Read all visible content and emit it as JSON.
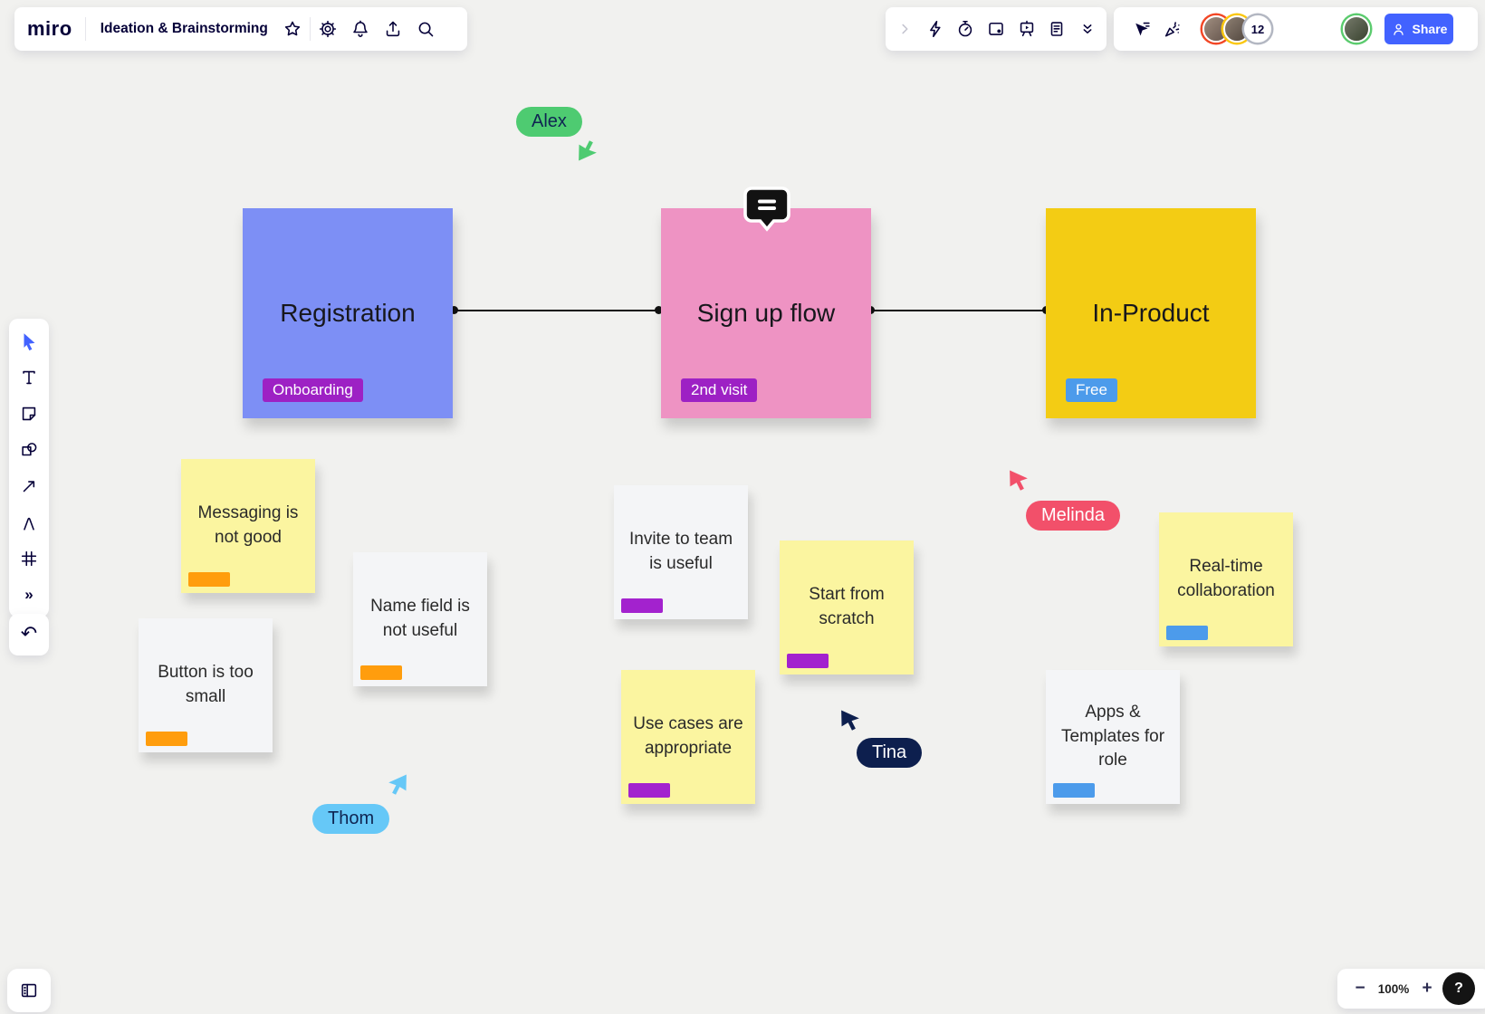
{
  "app": {
    "logo_text": "miro"
  },
  "header": {
    "board_title": "Ideation & Brainstorming",
    "icons": [
      "favorite-star",
      "settings-gear",
      "notifications-bell",
      "export-upload",
      "search"
    ]
  },
  "top_toolbar": {
    "icons": [
      "collapse-chevron",
      "reactions-bolt",
      "timer",
      "screen-frame",
      "presentation",
      "notes",
      "more-chevrons"
    ]
  },
  "collab_toolbar": {
    "icons": [
      "follow-cursor",
      "celebration"
    ],
    "overflow_count": "12",
    "share_label": "Share"
  },
  "left_toolbar": {
    "tools": [
      "select",
      "text",
      "sticky-note",
      "shapes",
      "connection-line",
      "pen",
      "frame",
      "more"
    ],
    "undo": "undo"
  },
  "cards": [
    {
      "title": "Registration",
      "tag": "Onboarding",
      "bg": "#7D8FF5",
      "tag_bg": "#9D21C4"
    },
    {
      "title": "Sign up flow",
      "tag": "2nd visit",
      "bg": "#EE93C3",
      "tag_bg": "#9D21C4"
    },
    {
      "title": "In-Product",
      "tag": "Free",
      "bg": "#F3CC14",
      "tag_bg": "#4C9BEB"
    }
  ],
  "stickies": [
    {
      "text": "Messaging is not good",
      "bg": "#FBF5A0",
      "tag_color": "#FF9D0D"
    },
    {
      "text": "Name field is not useful",
      "bg": "#F4F5F7",
      "tag_color": "#FF9D0D"
    },
    {
      "text": "Button is too small",
      "bg": "#F4F5F7",
      "tag_color": "#FF9D0D"
    },
    {
      "text": "Invite to team is useful",
      "bg": "#F4F5F7",
      "tag_color": "#A322CE"
    },
    {
      "text": "Start from scratch",
      "bg": "#FBF5A0",
      "tag_color": "#A322CE"
    },
    {
      "text": "Use cases are appropriate",
      "bg": "#FBF5A0",
      "tag_color": "#A322CE"
    },
    {
      "text": "Real-time collaboration",
      "bg": "#FBF5A0",
      "tag_color": "#4C9BEB"
    },
    {
      "text": "Apps & Templates for role",
      "bg": "#F4F5F7",
      "tag_color": "#4C9BEB"
    }
  ],
  "cursors": {
    "alex": {
      "name": "Alex",
      "color": "#4ECB71",
      "text_color": "#0F2552"
    },
    "thom": {
      "name": "Thom",
      "color": "#66C8F7",
      "text_color": "#0F2552"
    },
    "tina": {
      "name": "Tina",
      "color": "#0D1F4E",
      "text_color": "#FFFFFF"
    },
    "melinda": {
      "name": "Melinda",
      "color": "#F2506A",
      "text_color": "#FFFFFF"
    }
  },
  "zoom_controls": {
    "zoom_out": "−",
    "zoom_level": "100%",
    "zoom_in": "+",
    "help": "?"
  },
  "brand_colors": {
    "accent_blue": "#4262FF",
    "ink": "#050038",
    "canvas": "#F1F1EF"
  }
}
